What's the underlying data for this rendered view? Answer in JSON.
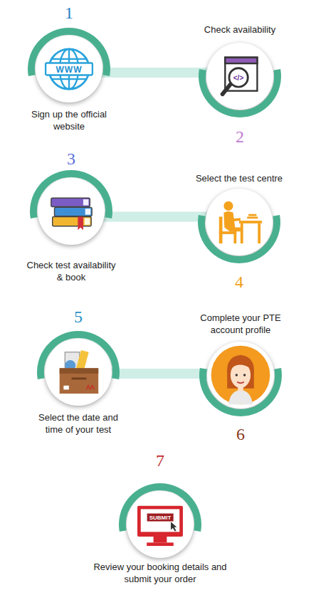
{
  "diagram": {
    "nodes": [
      {
        "text": [
          "1",
          "Sign up the official website"
        ]
      },
      {
        "text": [
          "Check availability",
          "2"
        ]
      },
      {
        "text": [
          "3",
          "Check test availability & book"
        ]
      },
      {
        "text": [
          "Select the test centre",
          "4"
        ]
      },
      {
        "text": [
          "5",
          "Select the date and time of your test"
        ]
      },
      {
        "text": [
          "Complete your PTE account profile",
          "6"
        ]
      },
      {
        "text": [
          "7",
          "Review your booking details and submit your order"
        ]
      }
    ],
    "edges": [
      {
        "from": 0,
        "to": 1,
        "arrow": "none"
      },
      {
        "from": 2,
        "to": 3,
        "arrow": "none"
      },
      {
        "from": 4,
        "to": 5,
        "arrow": "none"
      }
    ],
    "labels": [
      "WWW",
      "</>",
      "SUBMIT"
    ]
  }
}
